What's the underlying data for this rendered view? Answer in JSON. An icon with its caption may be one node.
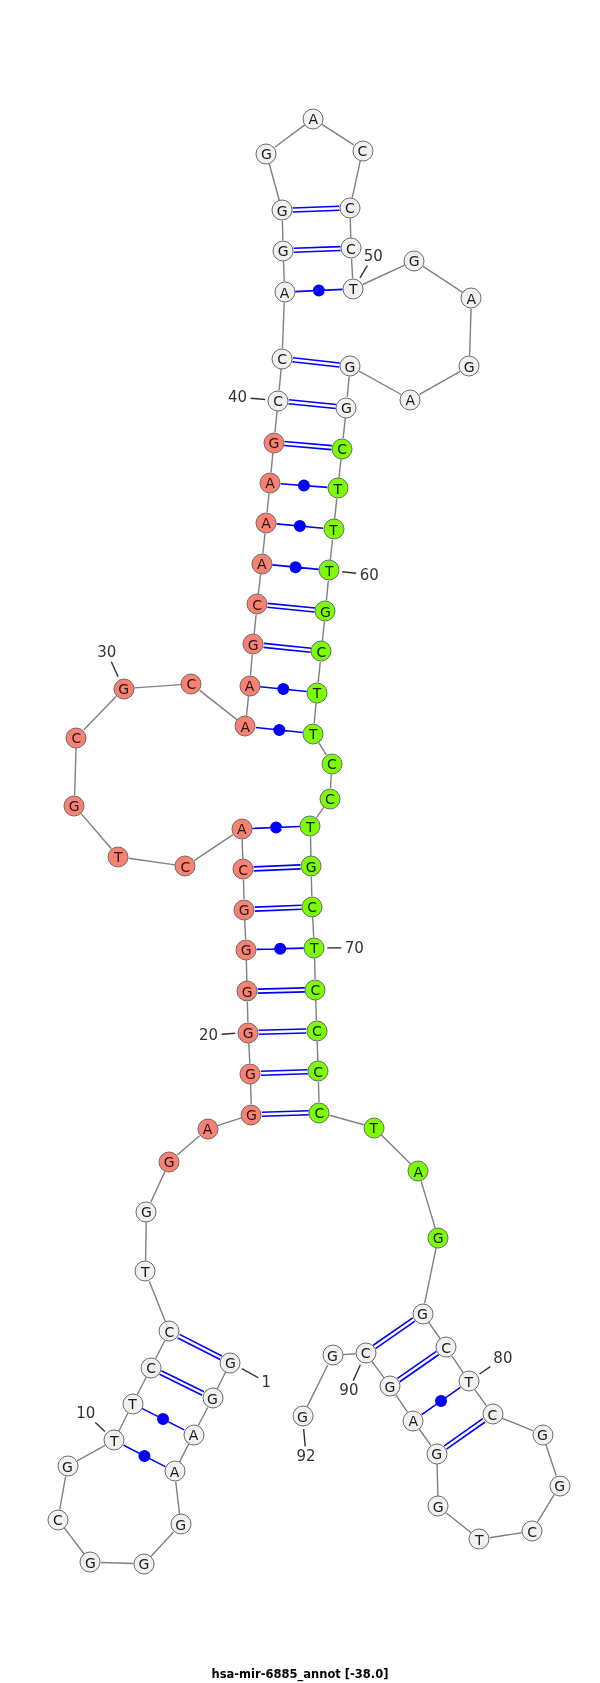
{
  "diagram": {
    "title": "hsa-mir-6885_annot [-38.0]",
    "nodes": [
      {
        "text": [
          "G"
        ]
      },
      {
        "text": [
          "G"
        ]
      },
      {
        "text": [
          "A"
        ]
      },
      {
        "text": [
          "A"
        ]
      },
      {
        "text": [
          "G"
        ]
      },
      {
        "text": [
          "G"
        ]
      },
      {
        "text": [
          "G"
        ]
      },
      {
        "text": [
          "C"
        ]
      },
      {
        "text": [
          "G"
        ]
      },
      {
        "text": [
          "T"
        ]
      },
      {
        "text": [
          "T"
        ]
      },
      {
        "text": [
          "C"
        ]
      },
      {
        "text": [
          "C"
        ]
      },
      {
        "text": [
          "T"
        ]
      },
      {
        "text": [
          "G"
        ]
      },
      {
        "text": [
          "G"
        ]
      },
      {
        "text": [
          "A"
        ]
      },
      {
        "text": [
          "G"
        ]
      },
      {
        "text": [
          "G"
        ]
      },
      {
        "text": [
          "G"
        ]
      },
      {
        "text": [
          "G"
        ]
      },
      {
        "text": [
          "G"
        ]
      },
      {
        "text": [
          "G"
        ]
      },
      {
        "text": [
          "C"
        ]
      },
      {
        "text": [
          "A"
        ]
      },
      {
        "text": [
          "C"
        ]
      },
      {
        "text": [
          "T"
        ]
      },
      {
        "text": [
          "G"
        ]
      },
      {
        "text": [
          "C"
        ]
      },
      {
        "text": [
          "G"
        ]
      },
      {
        "text": [
          "C"
        ]
      },
      {
        "text": [
          "A"
        ]
      },
      {
        "text": [
          "A"
        ]
      },
      {
        "text": [
          "G"
        ]
      },
      {
        "text": [
          "C"
        ]
      },
      {
        "text": [
          "A"
        ]
      },
      {
        "text": [
          "A"
        ]
      },
      {
        "text": [
          "A"
        ]
      },
      {
        "text": [
          "G"
        ]
      },
      {
        "text": [
          "C"
        ]
      },
      {
        "text": [
          "C"
        ]
      },
      {
        "text": [
          "A"
        ]
      },
      {
        "text": [
          "G"
        ]
      },
      {
        "text": [
          "G"
        ]
      },
      {
        "text": [
          "G"
        ]
      },
      {
        "text": [
          "A"
        ]
      },
      {
        "text": [
          "C"
        ]
      },
      {
        "text": [
          "C"
        ]
      },
      {
        "text": [
          "C"
        ]
      },
      {
        "text": [
          "T"
        ]
      },
      {
        "text": [
          "G"
        ]
      },
      {
        "text": [
          "A"
        ]
      },
      {
        "text": [
          "G"
        ]
      },
      {
        "text": [
          "A"
        ]
      },
      {
        "text": [
          "G"
        ]
      },
      {
        "text": [
          "G"
        ]
      },
      {
        "text": [
          "C"
        ]
      },
      {
        "text": [
          "T"
        ]
      },
      {
        "text": [
          "T"
        ]
      },
      {
        "text": [
          "T"
        ]
      },
      {
        "text": [
          "G"
        ]
      },
      {
        "text": [
          "C"
        ]
      },
      {
        "text": [
          "T"
        ]
      },
      {
        "text": [
          "T"
        ]
      },
      {
        "text": [
          "C"
        ]
      },
      {
        "text": [
          "C"
        ]
      },
      {
        "text": [
          "T"
        ]
      },
      {
        "text": [
          "G"
        ]
      },
      {
        "text": [
          "C"
        ]
      },
      {
        "text": [
          "T"
        ]
      },
      {
        "text": [
          "C"
        ]
      },
      {
        "text": [
          "C"
        ]
      },
      {
        "text": [
          "C"
        ]
      },
      {
        "text": [
          "C"
        ]
      },
      {
        "text": [
          "T"
        ]
      },
      {
        "text": [
          "A"
        ]
      },
      {
        "text": [
          "G"
        ]
      },
      {
        "text": [
          "G"
        ]
      },
      {
        "text": [
          "C"
        ]
      },
      {
        "text": [
          "T"
        ]
      },
      {
        "text": [
          "C"
        ]
      },
      {
        "text": [
          "G"
        ]
      },
      {
        "text": [
          "G"
        ]
      },
      {
        "text": [
          "C"
        ]
      },
      {
        "text": [
          "T"
        ]
      },
      {
        "text": [
          "G"
        ]
      },
      {
        "text": [
          "G"
        ]
      },
      {
        "text": [
          "A"
        ]
      },
      {
        "text": [
          "G"
        ]
      },
      {
        "text": [
          "C"
        ]
      },
      {
        "text": [
          "G"
        ]
      },
      {
        "text": [
          "G"
        ]
      },
      {
        "text": [
          "1"
        ]
      },
      {
        "text": [
          "10"
        ]
      },
      {
        "text": [
          "20"
        ]
      },
      {
        "text": [
          "30"
        ]
      },
      {
        "text": [
          "40"
        ]
      },
      {
        "text": [
          "50"
        ]
      },
      {
        "text": [
          "60"
        ]
      },
      {
        "text": [
          "70"
        ]
      },
      {
        "text": [
          "80"
        ]
      },
      {
        "text": [
          "90"
        ]
      },
      {
        "text": [
          "92"
        ]
      }
    ],
    "edges": [
      {
        "from": 0,
        "to": 1,
        "arrow": "none"
      },
      {
        "from": 1,
        "to": 2,
        "arrow": "none"
      },
      {
        "from": 2,
        "to": 3,
        "arrow": "none"
      },
      {
        "from": 3,
        "to": 4,
        "arrow": "none"
      },
      {
        "from": 4,
        "to": 5,
        "arrow": "none"
      },
      {
        "from": 5,
        "to": 6,
        "arrow": "none"
      },
      {
        "from": 6,
        "to": 7,
        "arrow": "none"
      },
      {
        "from": 7,
        "to": 8,
        "arrow": "none"
      },
      {
        "from": 8,
        "to": 9,
        "arrow": "none"
      },
      {
        "from": 9,
        "to": 10,
        "arrow": "none"
      },
      {
        "from": 10,
        "to": 11,
        "arrow": "none"
      },
      {
        "from": 11,
        "to": 12,
        "arrow": "none"
      },
      {
        "from": 12,
        "to": 13,
        "arrow": "none"
      },
      {
        "from": 13,
        "to": 14,
        "arrow": "none"
      },
      {
        "from": 14,
        "to": 15,
        "arrow": "none"
      },
      {
        "from": 15,
        "to": 16,
        "arrow": "none"
      },
      {
        "from": 16,
        "to": 17,
        "arrow": "none"
      },
      {
        "from": 17,
        "to": 18,
        "arrow": "none"
      },
      {
        "from": 18,
        "to": 19,
        "arrow": "none"
      },
      {
        "from": 19,
        "to": 20,
        "arrow": "none"
      },
      {
        "from": 20,
        "to": 21,
        "arrow": "none"
      },
      {
        "from": 21,
        "to": 22,
        "arrow": "none"
      },
      {
        "from": 22,
        "to": 23,
        "arrow": "none"
      },
      {
        "from": 23,
        "to": 24,
        "arrow": "none"
      },
      {
        "from": 24,
        "to": 25,
        "arrow": "none"
      },
      {
        "from": 25,
        "to": 26,
        "arrow": "none"
      },
      {
        "from": 26,
        "to": 27,
        "arrow": "none"
      },
      {
        "from": 27,
        "to": 28,
        "arrow": "none"
      },
      {
        "from": 28,
        "to": 29,
        "arrow": "none"
      },
      {
        "from": 29,
        "to": 30,
        "arrow": "none"
      },
      {
        "from": 30,
        "to": 31,
        "arrow": "none"
      },
      {
        "from": 31,
        "to": 32,
        "arrow": "none"
      },
      {
        "from": 32,
        "to": 33,
        "arrow": "none"
      },
      {
        "from": 33,
        "to": 34,
        "arrow": "none"
      },
      {
        "from": 34,
        "to": 35,
        "arrow": "none"
      },
      {
        "from": 35,
        "to": 36,
        "arrow": "none"
      },
      {
        "from": 36,
        "to": 37,
        "arrow": "none"
      },
      {
        "from": 37,
        "to": 38,
        "arrow": "none"
      },
      {
        "from": 38,
        "to": 39,
        "arrow": "none"
      },
      {
        "from": 39,
        "to": 40,
        "arrow": "none"
      },
      {
        "from": 40,
        "to": 41,
        "arrow": "none"
      },
      {
        "from": 41,
        "to": 42,
        "arrow": "none"
      },
      {
        "from": 42,
        "to": 43,
        "arrow": "none"
      },
      {
        "from": 43,
        "to": 44,
        "arrow": "none"
      },
      {
        "from": 44,
        "to": 45,
        "arrow": "none"
      },
      {
        "from": 45,
        "to": 46,
        "arrow": "none"
      },
      {
        "from": 46,
        "to": 47,
        "arrow": "none"
      },
      {
        "from": 47,
        "to": 48,
        "arrow": "none"
      },
      {
        "from": 48,
        "to": 49,
        "arrow": "none"
      },
      {
        "from": 49,
        "to": 50,
        "arrow": "none"
      },
      {
        "from": 50,
        "to": 51,
        "arrow": "none"
      },
      {
        "from": 51,
        "to": 52,
        "arrow": "none"
      },
      {
        "from": 52,
        "to": 53,
        "arrow": "none"
      },
      {
        "from": 53,
        "to": 54,
        "arrow": "none"
      },
      {
        "from": 54,
        "to": 55,
        "arrow": "none"
      },
      {
        "from": 55,
        "to": 56,
        "arrow": "none"
      },
      {
        "from": 56,
        "to": 57,
        "arrow": "none"
      },
      {
        "from": 57,
        "to": 58,
        "arrow": "none"
      },
      {
        "from": 58,
        "to": 59,
        "arrow": "none"
      },
      {
        "from": 59,
        "to": 60,
        "arrow": "none"
      },
      {
        "from": 60,
        "to": 61,
        "arrow": "none"
      },
      {
        "from": 61,
        "to": 62,
        "arrow": "none"
      },
      {
        "from": 62,
        "to": 63,
        "arrow": "none"
      },
      {
        "from": 63,
        "to": 64,
        "arrow": "none"
      },
      {
        "from": 64,
        "to": 65,
        "arrow": "none"
      },
      {
        "from": 65,
        "to": 66,
        "arrow": "none"
      },
      {
        "from": 66,
        "to": 67,
        "arrow": "none"
      },
      {
        "from": 67,
        "to": 68,
        "arrow": "none"
      },
      {
        "from": 68,
        "to": 69,
        "arrow": "none"
      },
      {
        "from": 69,
        "to": 70,
        "arrow": "none"
      },
      {
        "from": 70,
        "to": 71,
        "arrow": "none"
      },
      {
        "from": 71,
        "to": 72,
        "arrow": "none"
      },
      {
        "from": 72,
        "to": 73,
        "arrow": "none"
      },
      {
        "from": 73,
        "to": 74,
        "arrow": "none"
      },
      {
        "from": 74,
        "to": 75,
        "arrow": "none"
      },
      {
        "from": 75,
        "to": 76,
        "arrow": "none"
      },
      {
        "from": 76,
        "to": 77,
        "arrow": "none"
      },
      {
        "from": 77,
        "to": 78,
        "arrow": "none"
      },
      {
        "from": 78,
        "to": 79,
        "arrow": "none"
      },
      {
        "from": 79,
        "to": 80,
        "arrow": "none"
      },
      {
        "from": 80,
        "to": 81,
        "arrow": "none"
      },
      {
        "from": 81,
        "to": 82,
        "arrow": "none"
      },
      {
        "from": 82,
        "to": 83,
        "arrow": "none"
      },
      {
        "from": 83,
        "to": 84,
        "arrow": "none"
      },
      {
        "from": 84,
        "to": 85,
        "arrow": "none"
      },
      {
        "from": 85,
        "to": 86,
        "arrow": "none"
      },
      {
        "from": 86,
        "to": 87,
        "arrow": "none"
      },
      {
        "from": 87,
        "to": 88,
        "arrow": "none"
      },
      {
        "from": 88,
        "to": 89,
        "arrow": "none"
      },
      {
        "from": 89,
        "to": 90,
        "arrow": "none"
      },
      {
        "from": 90,
        "to": 91,
        "arrow": "none"
      },
      {
        "from": 0,
        "to": 12,
        "arrow": "none",
        "color": "#0000ff"
      },
      {
        "from": 1,
        "to": 11,
        "arrow": "none",
        "color": "#0000ff"
      },
      {
        "from": 2,
        "to": 10,
        "arrow": "none",
        "color": "#0000ff"
      },
      {
        "from": 3,
        "to": 9,
        "arrow": "none",
        "color": "#0000ff"
      },
      {
        "from": 17,
        "to": 73,
        "arrow": "none",
        "color": "#0000ff"
      },
      {
        "from": 18,
        "to": 72,
        "arrow": "none",
        "color": "#0000ff"
      },
      {
        "from": 19,
        "to": 71,
        "arrow": "none",
        "color": "#0000ff"
      },
      {
        "from": 20,
        "to": 70,
        "arrow": "none",
        "color": "#0000ff"
      },
      {
        "from": 21,
        "to": 69,
        "arrow": "none",
        "color": "#0000ff"
      },
      {
        "from": 22,
        "to": 68,
        "arrow": "none",
        "color": "#0000ff"
      },
      {
        "from": 23,
        "to": 67,
        "arrow": "none",
        "color": "#0000ff"
      },
      {
        "from": 24,
        "to": 66,
        "arrow": "none",
        "color": "#0000ff"
      },
      {
        "from": 31,
        "to": 63,
        "arrow": "none",
        "color": "#0000ff"
      },
      {
        "from": 32,
        "to": 62,
        "arrow": "none",
        "color": "#0000ff"
      },
      {
        "from": 33,
        "to": 61,
        "arrow": "none",
        "color": "#0000ff"
      },
      {
        "from": 34,
        "to": 60,
        "arrow": "none",
        "color": "#0000ff"
      },
      {
        "from": 35,
        "to": 59,
        "arrow": "none",
        "color": "#0000ff"
      },
      {
        "from": 36,
        "to": 58,
        "arrow": "none",
        "color": "#0000ff"
      },
      {
        "from": 37,
        "to": 57,
        "arrow": "none",
        "color": "#0000ff"
      },
      {
        "from": 38,
        "to": 56,
        "arrow": "none",
        "color": "#0000ff"
      },
      {
        "from": 39,
        "to": 55,
        "arrow": "none",
        "color": "#0000ff"
      },
      {
        "from": 40,
        "to": 54,
        "arrow": "none",
        "color": "#0000ff"
      },
      {
        "from": 41,
        "to": 49,
        "arrow": "none",
        "color": "#0000ff"
      },
      {
        "from": 42,
        "to": 48,
        "arrow": "none",
        "color": "#0000ff"
      },
      {
        "from": 43,
        "to": 47,
        "arrow": "none",
        "color": "#0000ff"
      },
      {
        "from": 77,
        "to": 89,
        "arrow": "none",
        "color": "#0000ff"
      },
      {
        "from": 78,
        "to": 88,
        "arrow": "none",
        "color": "#0000ff"
      },
      {
        "from": 79,
        "to": 87,
        "arrow": "none",
        "color": "#0000ff"
      },
      {
        "from": 80,
        "to": 86,
        "arrow": "none",
        "color": "#0000ff"
      },
      {
        "from": 92,
        "to": 0,
        "arrow": "none",
        "color": "#333333"
      },
      {
        "from": 93,
        "to": 9,
        "arrow": "none",
        "color": "#333333"
      },
      {
        "from": 94,
        "to": 19,
        "arrow": "none",
        "color": "#333333"
      },
      {
        "from": 95,
        "to": 29,
        "arrow": "none",
        "color": "#333333"
      },
      {
        "from": 96,
        "to": 39,
        "arrow": "none",
        "color": "#333333"
      },
      {
        "from": 97,
        "to": 49,
        "arrow": "none",
        "color": "#333333"
      },
      {
        "from": 98,
        "to": 59,
        "arrow": "none",
        "color": "#333333"
      },
      {
        "from": 99,
        "to": 69,
        "arrow": "none",
        "color": "#333333"
      },
      {
        "from": 100,
        "to": 79,
        "arrow": "none",
        "color": "#333333"
      },
      {
        "from": 101,
        "to": 89,
        "arrow": "none",
        "color": "#333333"
      },
      {
        "from": 102,
        "to": 91,
        "arrow": "none",
        "color": "#333333"
      }
    ]
  }
}
